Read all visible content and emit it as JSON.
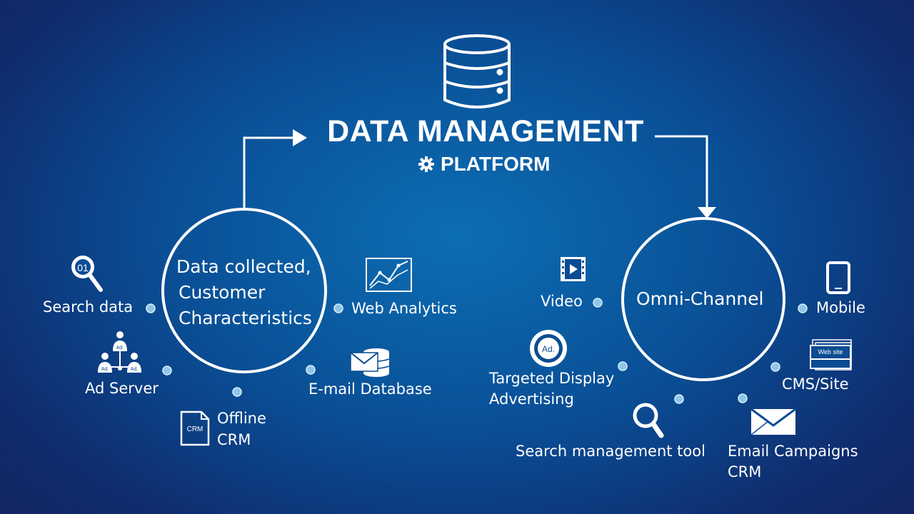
{
  "title": {
    "main": "DATA MANAGEMENT",
    "sub": "PLATFORM"
  },
  "left_circle": {
    "lines": [
      "Data collected,",
      "Customer",
      "Characteristics"
    ]
  },
  "right_circle": {
    "label": "Omni-Channel"
  },
  "sources": {
    "search_data": {
      "label": "Search data",
      "icon_text": "01"
    },
    "ad_server": {
      "label": "Ad Server",
      "icon_text": "Ad."
    },
    "offline_crm": {
      "lines": [
        "Offline",
        "CRM"
      ],
      "icon_text": "CRM"
    },
    "web_analytics": {
      "label": "Web Analytics"
    },
    "email_database": {
      "label": "E-mail Database"
    }
  },
  "channels": {
    "video": {
      "label": "Video"
    },
    "targeted_display": {
      "lines": [
        "Targeted Display",
        "Advertising"
      ],
      "icon_text": "Ad."
    },
    "search_tool": {
      "label": "Search management tool"
    },
    "email_campaigns": {
      "label": "Email  Campaigns",
      "sub": "CRM"
    },
    "cms_site": {
      "label": "CMS/Site",
      "icon_text": "Web site"
    },
    "mobile": {
      "label": "Mobile"
    }
  },
  "colors": {
    "dot": "#8ec6e8",
    "stroke": "#ffffff"
  }
}
